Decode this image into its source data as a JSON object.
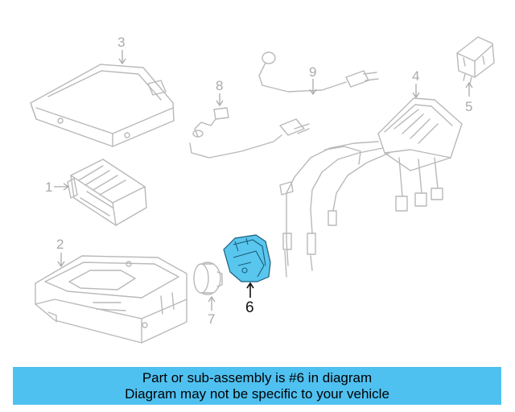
{
  "diagram": {
    "highlight_color": "#59c6ee",
    "callouts": [
      {
        "label": "1"
      },
      {
        "label": "2"
      },
      {
        "label": "3"
      },
      {
        "label": "4"
      },
      {
        "label": "5"
      },
      {
        "label": "6"
      },
      {
        "label": "7"
      },
      {
        "label": "8"
      },
      {
        "label": "9"
      }
    ],
    "highlighted_part": "6"
  },
  "banner": {
    "background": "#4fc1f1",
    "line1": "Part or sub-assembly is #6 in diagram",
    "line2": "Diagram may not be specific to your vehicle"
  }
}
